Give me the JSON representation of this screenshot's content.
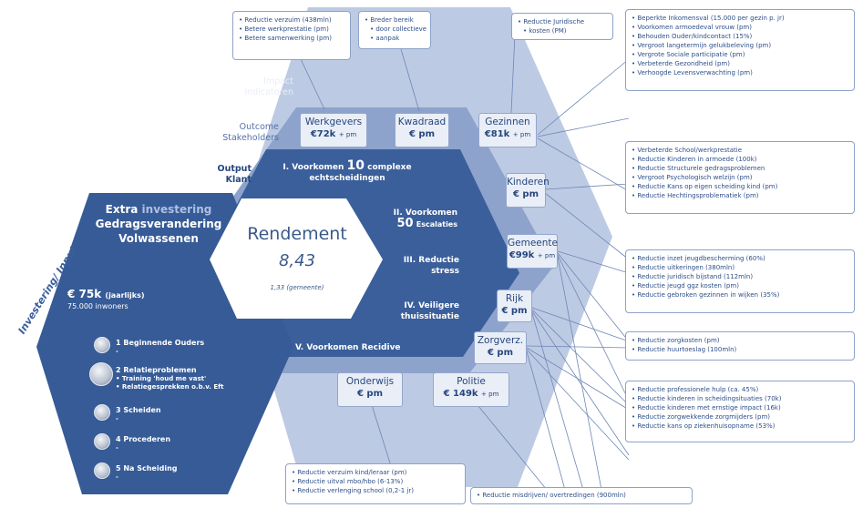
{
  "stage_labels": {
    "impact": "Impact",
    "indicatoren": "Indicatoren",
    "outcome": "Outcome",
    "stakeholders": "Stakeholders",
    "output": "Output",
    "klant": "Klant",
    "investering": "Investering/ Input"
  },
  "impact_boxes": {
    "werkgevers": [
      "Reductie verzuim (438mln)",
      "Betere werkprestatie (pm)",
      "Betere samenwerking (pm)"
    ],
    "kwadraad": [
      "Breder bereik",
      "door collectieve",
      "aanpak"
    ],
    "juridisch": [
      "Reductie Juridische",
      "kosten (PM)"
    ],
    "gezinnen": [
      "Beperkte Inkomensval (15.000 per gezin p. jr)",
      "Voorkomen armoedeval vrouw (pm)",
      "Behouden Ouder/kindcontact (15%)",
      "Vergroot langetermijn gelukbeleving (pm)",
      "Vergrote Sociale participatie (pm)",
      "Verbeterde Gezondheid (pm)",
      "Verhoogde Levensverwachting (pm)"
    ],
    "kinderen": [
      "Verbeterde School/werkprestatie",
      "Reductie Kinderen in armoede (100k)",
      "Reductie Structurele gedragsproblemen",
      "Vergroot Psychologisch welzijn (pm)",
      "Reductie Kans op eigen scheiding kind (pm)",
      "Reductie Hechtingsproblematiek (pm)"
    ],
    "gemeente": [
      "Reductie inzet jeugdbescherming (60%)",
      "Reductie uitkeringen (380mln)",
      "Reductie juridisch bijstand (112mln)",
      "Reductie jeugd ggz kosten (pm)",
      "Reductie gebroken gezinnen in wijken (35%)"
    ],
    "zorgverz": [
      "Reductie zorgkosten (pm)",
      "Reductie huurtoeslag (100mln)"
    ],
    "professioneel": [
      "Reductie professionele hulp (ca. 45%)",
      "Reductie kinderen in scheidingsituaties (70k)",
      "Reductie kinderen met ernstige impact (16k)",
      "Reductie zorgwekkende zorgmijders (pm)",
      "Reductie kans op ziekenhuisopname (53%)"
    ],
    "onderwijs": [
      "Reductie verzuim kind/leraar (pm)",
      "Reductie uitval mbo/hbo (6-13%)",
      "Reductie verlenging school (0,2-1 jr)"
    ],
    "politie": [
      "Reductie misdrijven/ overtredingen (900mln)"
    ]
  },
  "stakeholders": [
    {
      "name": "Werkgevers",
      "value": "€72k",
      "suffix": "+ pm"
    },
    {
      "name": "Kwadraad",
      "value": "€ pm",
      "suffix": ""
    },
    {
      "name": "Gezinnen",
      "value": "€81k",
      "suffix": "+ pm"
    },
    {
      "name": "Kinderen",
      "value": "€ pm",
      "suffix": ""
    },
    {
      "name": "Gemeente",
      "value": "€99k",
      "suffix": "+ pm"
    },
    {
      "name": "Rijk",
      "value": "€ pm",
      "suffix": ""
    },
    {
      "name": "Zorgverz.",
      "value": "€ pm",
      "suffix": ""
    },
    {
      "name": "Onderwijs",
      "value": "€ pm",
      "suffix": ""
    },
    {
      "name": "Politie",
      "value": "€ 149k",
      "suffix": "+ pm"
    }
  ],
  "outputs": {
    "o1a": "I. Voorkomen",
    "o1b": "10",
    "o1c": "complexe",
    "o1d": "echtscheidingen",
    "o2a": "II. Voorkomen",
    "o2b": "50",
    "o2c": "Escalaties",
    "o3a": "III. Reductie",
    "o3b": "stress",
    "o4a": "IV. Veiligere",
    "o4b": "thuissituatie",
    "o5": "V. Voorkomen Recidive"
  },
  "rendement": {
    "title": "Rendement",
    "value": "8,43",
    "sub": "1,33 (gemeente)"
  },
  "input": {
    "extra": "Extra",
    "investering": "investering",
    "line2": "Gedragsverandering",
    "line3": "Volwassenen",
    "amount": "€ 75k",
    "period": "(jaarlijks)",
    "inwoners": "75.000 inwoners",
    "steps": [
      {
        "label": "1 Beginnende Ouders",
        "subs": [
          "-"
        ]
      },
      {
        "label": "2 Relatieproblemen",
        "subs": [
          "Training 'houd me vast'",
          "Relatiegesprekken o.b.v. Eft"
        ]
      },
      {
        "label": "3 Scheiden",
        "subs": [
          "-"
        ]
      },
      {
        "label": "4 Procederen",
        "subs": [
          "-"
        ]
      },
      {
        "label": "5 Na Scheiding",
        "subs": [
          "-"
        ]
      }
    ]
  },
  "colors": {
    "dark_blue": "#365b96",
    "mid_blue": "#4c6fa8",
    "light_blue": "#8aa0ca",
    "pale_blue": "#bccae3",
    "text_blue": "#2d4f8a"
  }
}
